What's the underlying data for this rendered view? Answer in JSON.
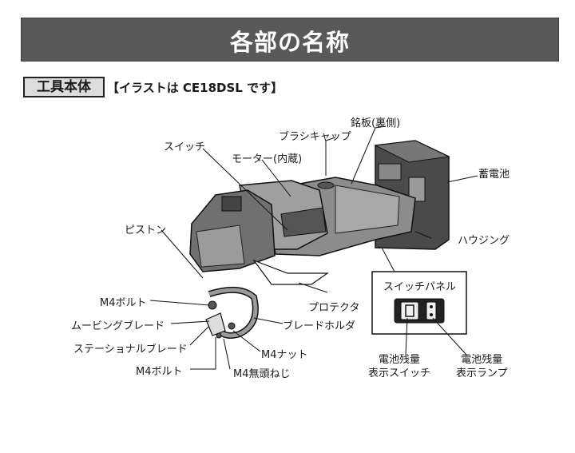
{
  "header": {
    "title": "各部の名称"
  },
  "section": {
    "tag": "工具本体",
    "note": "【イラストは CE18DSL です】"
  },
  "labels": {
    "nameplate": "銘板(裏側)",
    "brush_cap": "ブラシキャップ",
    "switch": "スイッチ",
    "motor": "モーター(内蔵)",
    "battery": "蓄電池",
    "piston": "ピストン",
    "housing": "ハウジング",
    "switch_panel": "スイッチパネル",
    "protector": "プロテクタ",
    "m4_bolt_top": "M4ボルト",
    "moving_blade": "ムービングブレード",
    "blade_holder": "ブレードホルダ",
    "stationary_blade": "ステーショナルブレード",
    "m4_nut": "M4ナット",
    "m4_bolt_bottom": "M4ボルト",
    "m4_flat_screw": "M4無頭ねじ",
    "battery_check_switch_1": "電池残量",
    "battery_check_switch_2": "表示スイッチ",
    "battery_check_lamp_1": "電池残量",
    "battery_check_lamp_2": "表示ランプ"
  }
}
